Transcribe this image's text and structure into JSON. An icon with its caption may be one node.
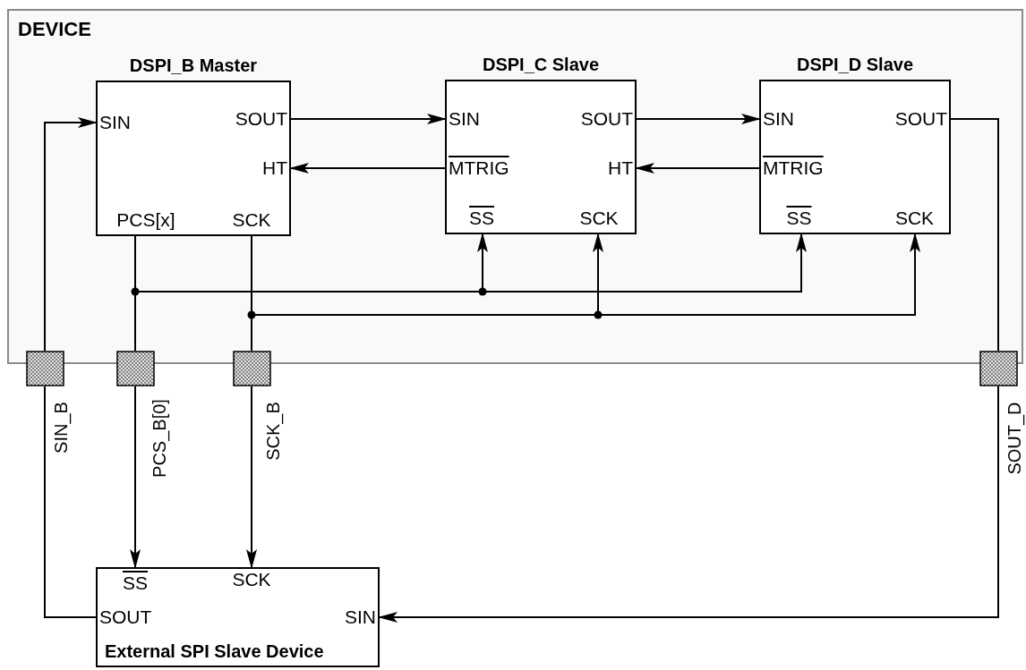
{
  "diagram": {
    "nodes": [
      {
        "text": [
          "DEVICE"
        ]
      },
      {
        "text": [
          "DSPI_B Master"
        ],
        "in": 0
      },
      {
        "text": [
          "SIN"
        ],
        "in": 1
      },
      {
        "text": [
          "SOUT"
        ],
        "in": 1
      },
      {
        "text": [
          "HT"
        ],
        "in": 1
      },
      {
        "text": [
          "PCS[x]"
        ],
        "in": 1
      },
      {
        "text": [
          "SCK"
        ],
        "in": 1
      },
      {
        "text": [
          "DSPI_C Slave"
        ],
        "in": 0
      },
      {
        "text": [
          "SIN"
        ],
        "in": 7
      },
      {
        "text": [
          "SOUT"
        ],
        "in": 7
      },
      {
        "text": [
          "MTRIG"
        ],
        "in": 7
      },
      {
        "text": [
          "HT"
        ],
        "in": 7
      },
      {
        "text": [
          "SS"
        ],
        "in": 7
      },
      {
        "text": [
          "SCK"
        ],
        "in": 7
      },
      {
        "text": [
          "DSPI_D Slave"
        ],
        "in": 0
      },
      {
        "text": [
          "SIN"
        ],
        "in": 14
      },
      {
        "text": [
          "SOUT"
        ],
        "in": 14
      },
      {
        "text": [
          "MTRIG"
        ],
        "in": 14
      },
      {
        "text": [
          "SS"
        ],
        "in": 14
      },
      {
        "text": [
          "SCK"
        ],
        "in": 14
      },
      {
        "text": [],
        "shape": "box"
      },
      {
        "text": [],
        "shape": "box"
      },
      {
        "text": [],
        "shape": "box"
      },
      {
        "text": [],
        "shape": "box"
      },
      {
        "text": [
          "External SPI Slave Device"
        ]
      },
      {
        "text": [
          "SS"
        ],
        "in": 24
      },
      {
        "text": [
          "SCK"
        ],
        "in": 24
      },
      {
        "text": [
          "SOUT"
        ],
        "in": 24
      },
      {
        "text": [
          "SIN"
        ],
        "in": 24
      }
    ],
    "edges": [
      {
        "from": 20,
        "to": 2,
        "arrow": "to"
      },
      {
        "from": 3,
        "to": 8,
        "arrow": "to"
      },
      {
        "from": 10,
        "to": 4,
        "arrow": "to"
      },
      {
        "from": 9,
        "to": 15,
        "arrow": "to"
      },
      {
        "from": 17,
        "to": 11,
        "arrow": "to"
      },
      {
        "from": 5,
        "to": 12,
        "arrow": "to"
      },
      {
        "from": 5,
        "to": 18,
        "arrow": "to"
      },
      {
        "from": 5,
        "to": 21,
        "arrow": "none"
      },
      {
        "from": 6,
        "to": 13,
        "arrow": "to"
      },
      {
        "from": 6,
        "to": 19,
        "arrow": "to"
      },
      {
        "from": 6,
        "to": 22,
        "arrow": "none"
      },
      {
        "from": 16,
        "to": 23,
        "arrow": "none"
      },
      {
        "from": 27,
        "to": 20,
        "arrow": "none",
        "label": "SIN_B"
      },
      {
        "from": 21,
        "to": 25,
        "arrow": "to",
        "label": "PCS_B[0]"
      },
      {
        "from": 22,
        "to": 26,
        "arrow": "to",
        "label": "SCK_B"
      },
      {
        "from": 23,
        "to": 28,
        "arrow": "to",
        "label": "SOUT_D"
      }
    ]
  }
}
